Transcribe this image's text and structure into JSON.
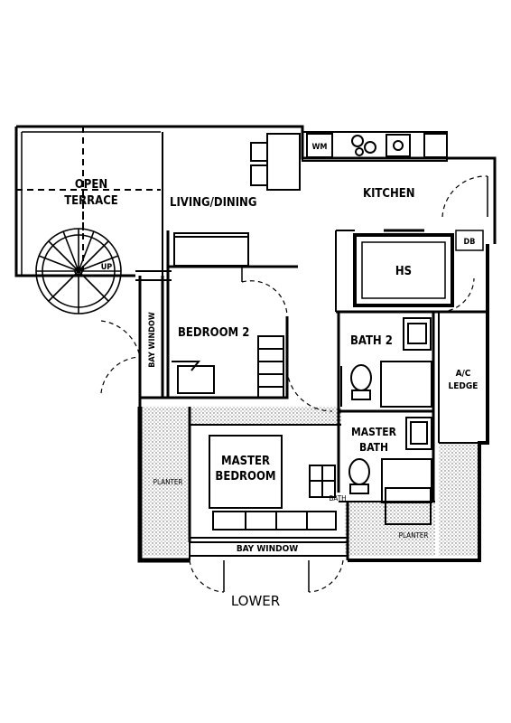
{
  "rooms": {
    "open_terrace_1": "OPEN",
    "open_terrace_2": "TERRACE",
    "living_dining": "LIVING/DINING",
    "kitchen": "KITCHEN",
    "hs": "HS",
    "bedroom_2": "BEDROOM 2",
    "bath_2": "BATH 2",
    "ac_ledge_1": "A/C",
    "ac_ledge_2": "LEDGE",
    "master_bath_1": "MASTER",
    "master_bath_2": "BATH",
    "master_bedroom_1": "MASTER",
    "master_bedroom_2": "BEDROOM"
  },
  "fixtures": {
    "wm": "WM",
    "db": "DB",
    "up": "UP",
    "bay_window_side": "BAY WINDOW",
    "bay_window_bottom": "BAY WINDOW",
    "planter_left": "PLANTER",
    "planter_right": "PLANTER",
    "bath_small": "BATH"
  },
  "caption": "LOWER"
}
